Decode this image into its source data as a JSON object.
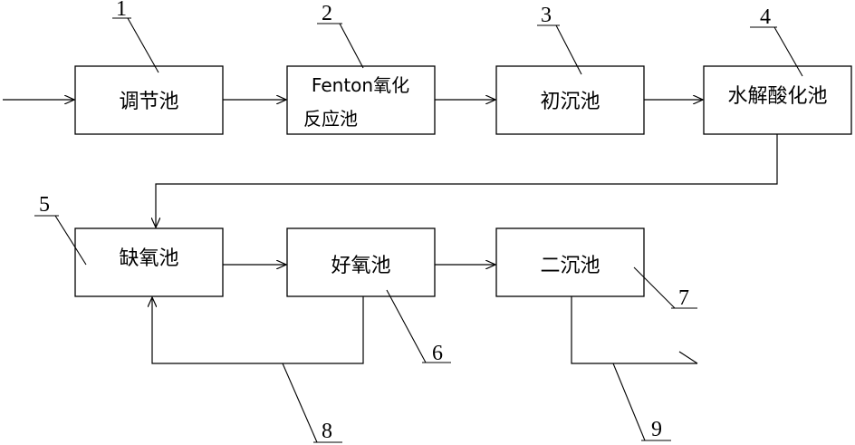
{
  "boxes": {
    "tiaojie": "调节池",
    "fenton_line1": "Fenton氧化",
    "fenton_line2": "反应池",
    "chuchen": "初沉池",
    "shuijie": "水解酸化池",
    "quyang": "缺氧池",
    "haoyang": "好氧池",
    "erchen": "二沉池"
  },
  "callouts": {
    "n1": "1",
    "n2": "2",
    "n3": "3",
    "n4": "4",
    "n5": "5",
    "n6": "6",
    "n7": "7",
    "n8": "8",
    "n9": "9"
  }
}
